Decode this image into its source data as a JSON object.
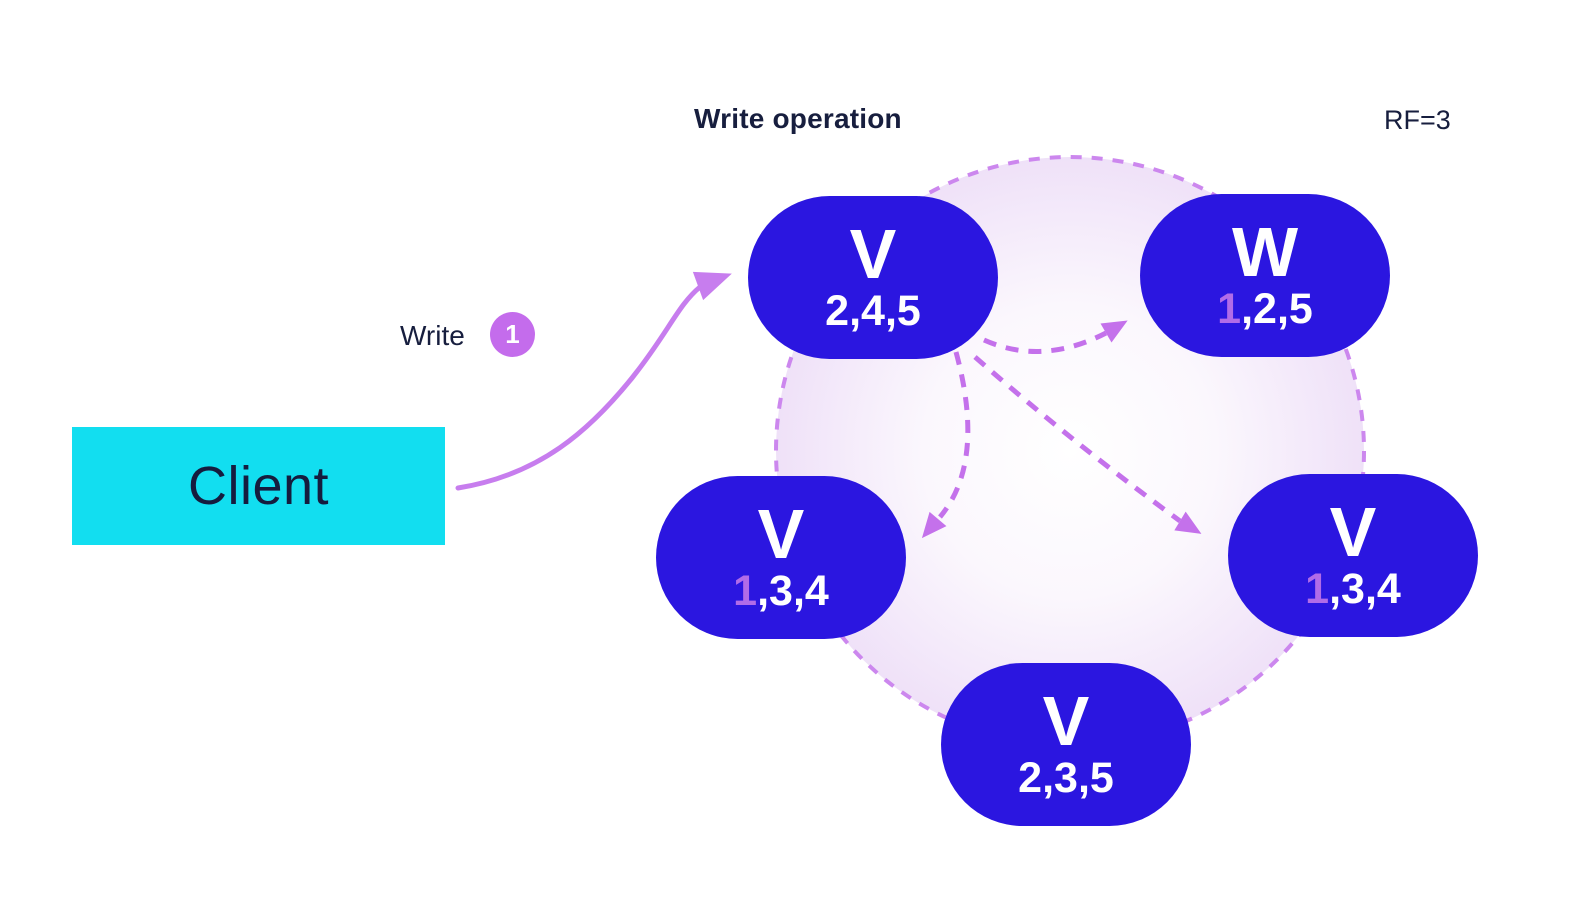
{
  "header": {
    "title": "Write operation",
    "rf_label": "RF=3"
  },
  "client": {
    "label": "Client"
  },
  "write_annotation": {
    "label": "Write",
    "step_badge": "1"
  },
  "nodes": [
    {
      "name": "node-top-left-coordinator",
      "letter": "V",
      "value_highlight": "",
      "value_rest": "2,4,5"
    },
    {
      "name": "node-top-right-replica",
      "letter": "W",
      "value_highlight": "1",
      "value_rest": ",2,5"
    },
    {
      "name": "node-left-replica",
      "letter": "V",
      "value_highlight": "1",
      "value_rest": ",3,4"
    },
    {
      "name": "node-right-replica",
      "letter": "V",
      "value_highlight": "1",
      "value_rest": ",3,4"
    },
    {
      "name": "node-bottom",
      "letter": "V",
      "value_highlight": "",
      "value_rest": "2,3,5"
    }
  ],
  "colors": {
    "node_fill": "#2b16e0",
    "client_fill": "#12def0",
    "write_arrow_purple": "#c77dee",
    "replication_dash_purple": "#c471eb",
    "ring_dash_purple": "#cc87ee",
    "value_highlight_purple": "#b16ce8",
    "badge_fill": "#c46cec",
    "text_navy": "#171e3e"
  }
}
